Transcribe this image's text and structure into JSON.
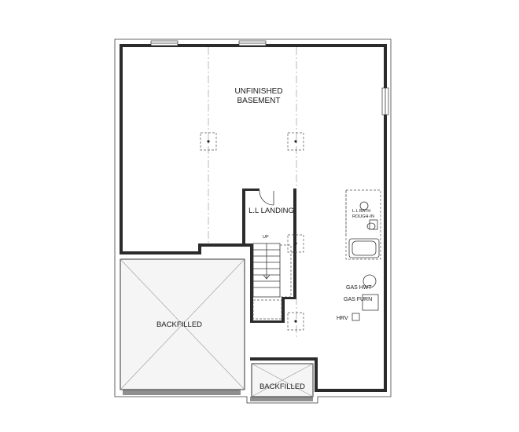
{
  "rooms": {
    "unfinished_basement_line1": "UNFINISHED",
    "unfinished_basement_line2": "BASEMENT",
    "landing": "L.L LANDING",
    "backfilled_main": "BACKFILLED",
    "backfilled_small": "BACKFILLED"
  },
  "stairs": {
    "direction": "UP"
  },
  "fixtures": {
    "bath_line1": "L.L BATH",
    "bath_line2": "ROUGH-IN",
    "water_heater": "GAS HWT",
    "furnace": "GAS FURN",
    "hrv": "HRV"
  },
  "colors": {
    "wall": "#2b2b2b",
    "backfill_fill": "#f2f2f2",
    "foundation_strip": "#8f8f8f"
  }
}
